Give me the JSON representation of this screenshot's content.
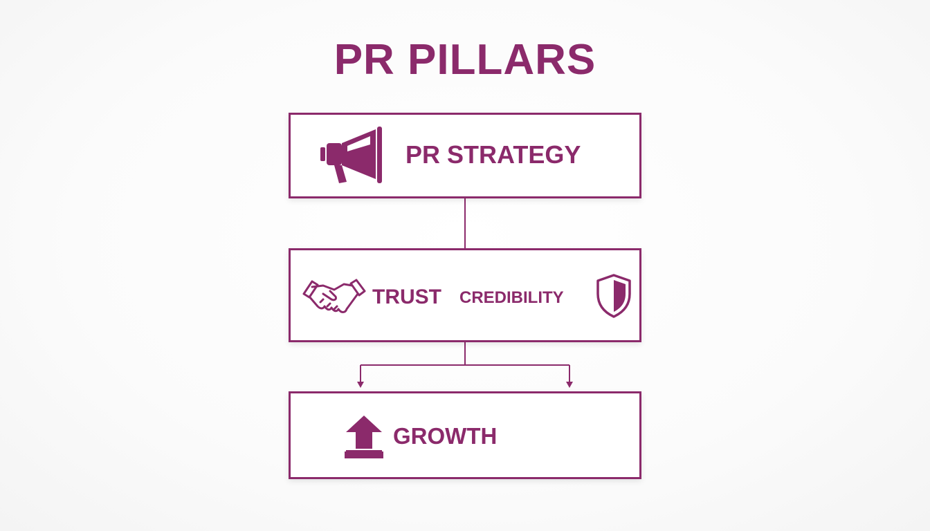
{
  "diagram": {
    "title": "PR PILLARS",
    "nodes": [
      {
        "id": "strategy",
        "label": "PR STRATEGY",
        "icon": "megaphone-icon"
      },
      {
        "id": "trust_credibility",
        "labels": [
          "TRUST",
          "CREDIBILITY"
        ],
        "icons": [
          "handshake-icon",
          "shield-icon"
        ]
      },
      {
        "id": "growth",
        "label": "GROWTH",
        "icon": "upload-arrow-icon"
      }
    ],
    "edges": [
      {
        "from": "strategy",
        "to": "trust_credibility",
        "style": "line"
      },
      {
        "from": "trust_credibility",
        "to": "growth",
        "style": "split-arrows"
      }
    ]
  },
  "colors": {
    "accent": "#8b2a6b",
    "background": "#fafafa",
    "box_fill": "#ffffff"
  }
}
